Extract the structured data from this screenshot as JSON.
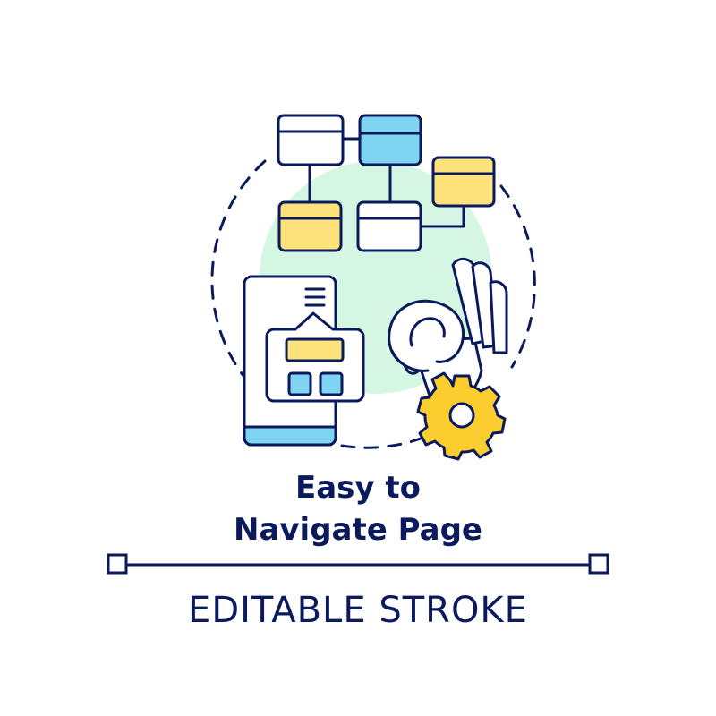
{
  "title": {
    "line1": "Easy to",
    "line2": "Navigate Page"
  },
  "footer_label": "EDITABLE STROKE",
  "colors": {
    "outline": "#0a1a5c",
    "blue": "#7fd4f2",
    "yellow": "#fde17a",
    "mint": "#d6f6e4",
    "gear": "#fbcd2e",
    "white": "#ffffff"
  },
  "icons": [
    "sitemap-diagram-icon",
    "smartphone-icon",
    "ok-hand-gesture-icon",
    "gear-icon",
    "dashed-circle-frame"
  ]
}
